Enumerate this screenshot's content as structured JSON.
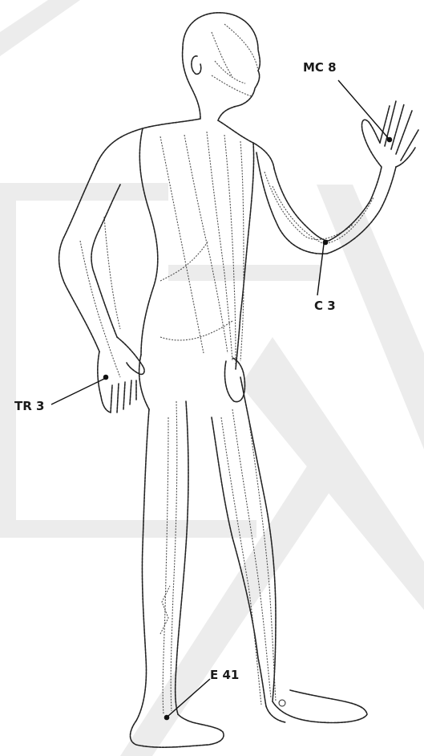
{
  "labels": {
    "mc8": "MC 8",
    "c3": "C 3",
    "tr3": "TR 3",
    "e41": "E 41"
  },
  "colors": {
    "line": "#222222",
    "watermark": "#ececec"
  }
}
